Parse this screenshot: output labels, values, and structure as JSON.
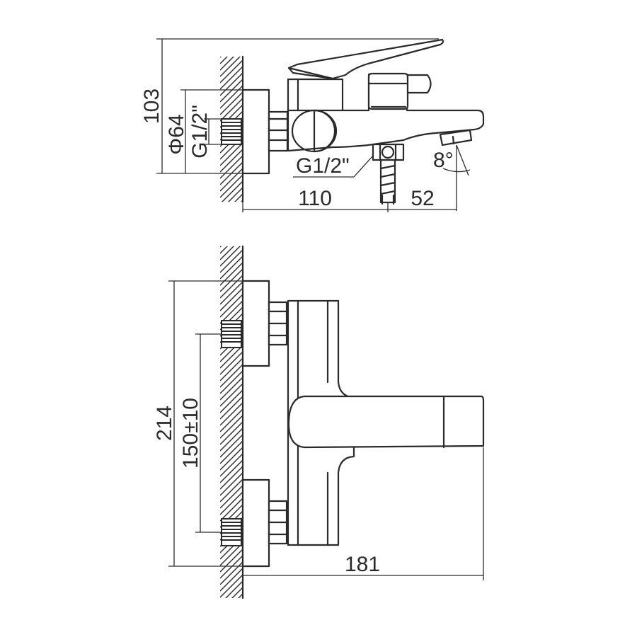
{
  "side_view": {
    "dim_height": "103",
    "dim_diameter": "Φ64",
    "dim_thread_left": "G1/2\"",
    "dim_thread_bottom": "G1/2\"",
    "dim_angle": "8°",
    "dim_length": "110",
    "dim_spout": "52"
  },
  "front_view": {
    "dim_width": "214",
    "dim_centers": "150±10",
    "dim_depth": "181"
  },
  "colors": {
    "line": "#2a2a2a",
    "background": "#ffffff"
  }
}
